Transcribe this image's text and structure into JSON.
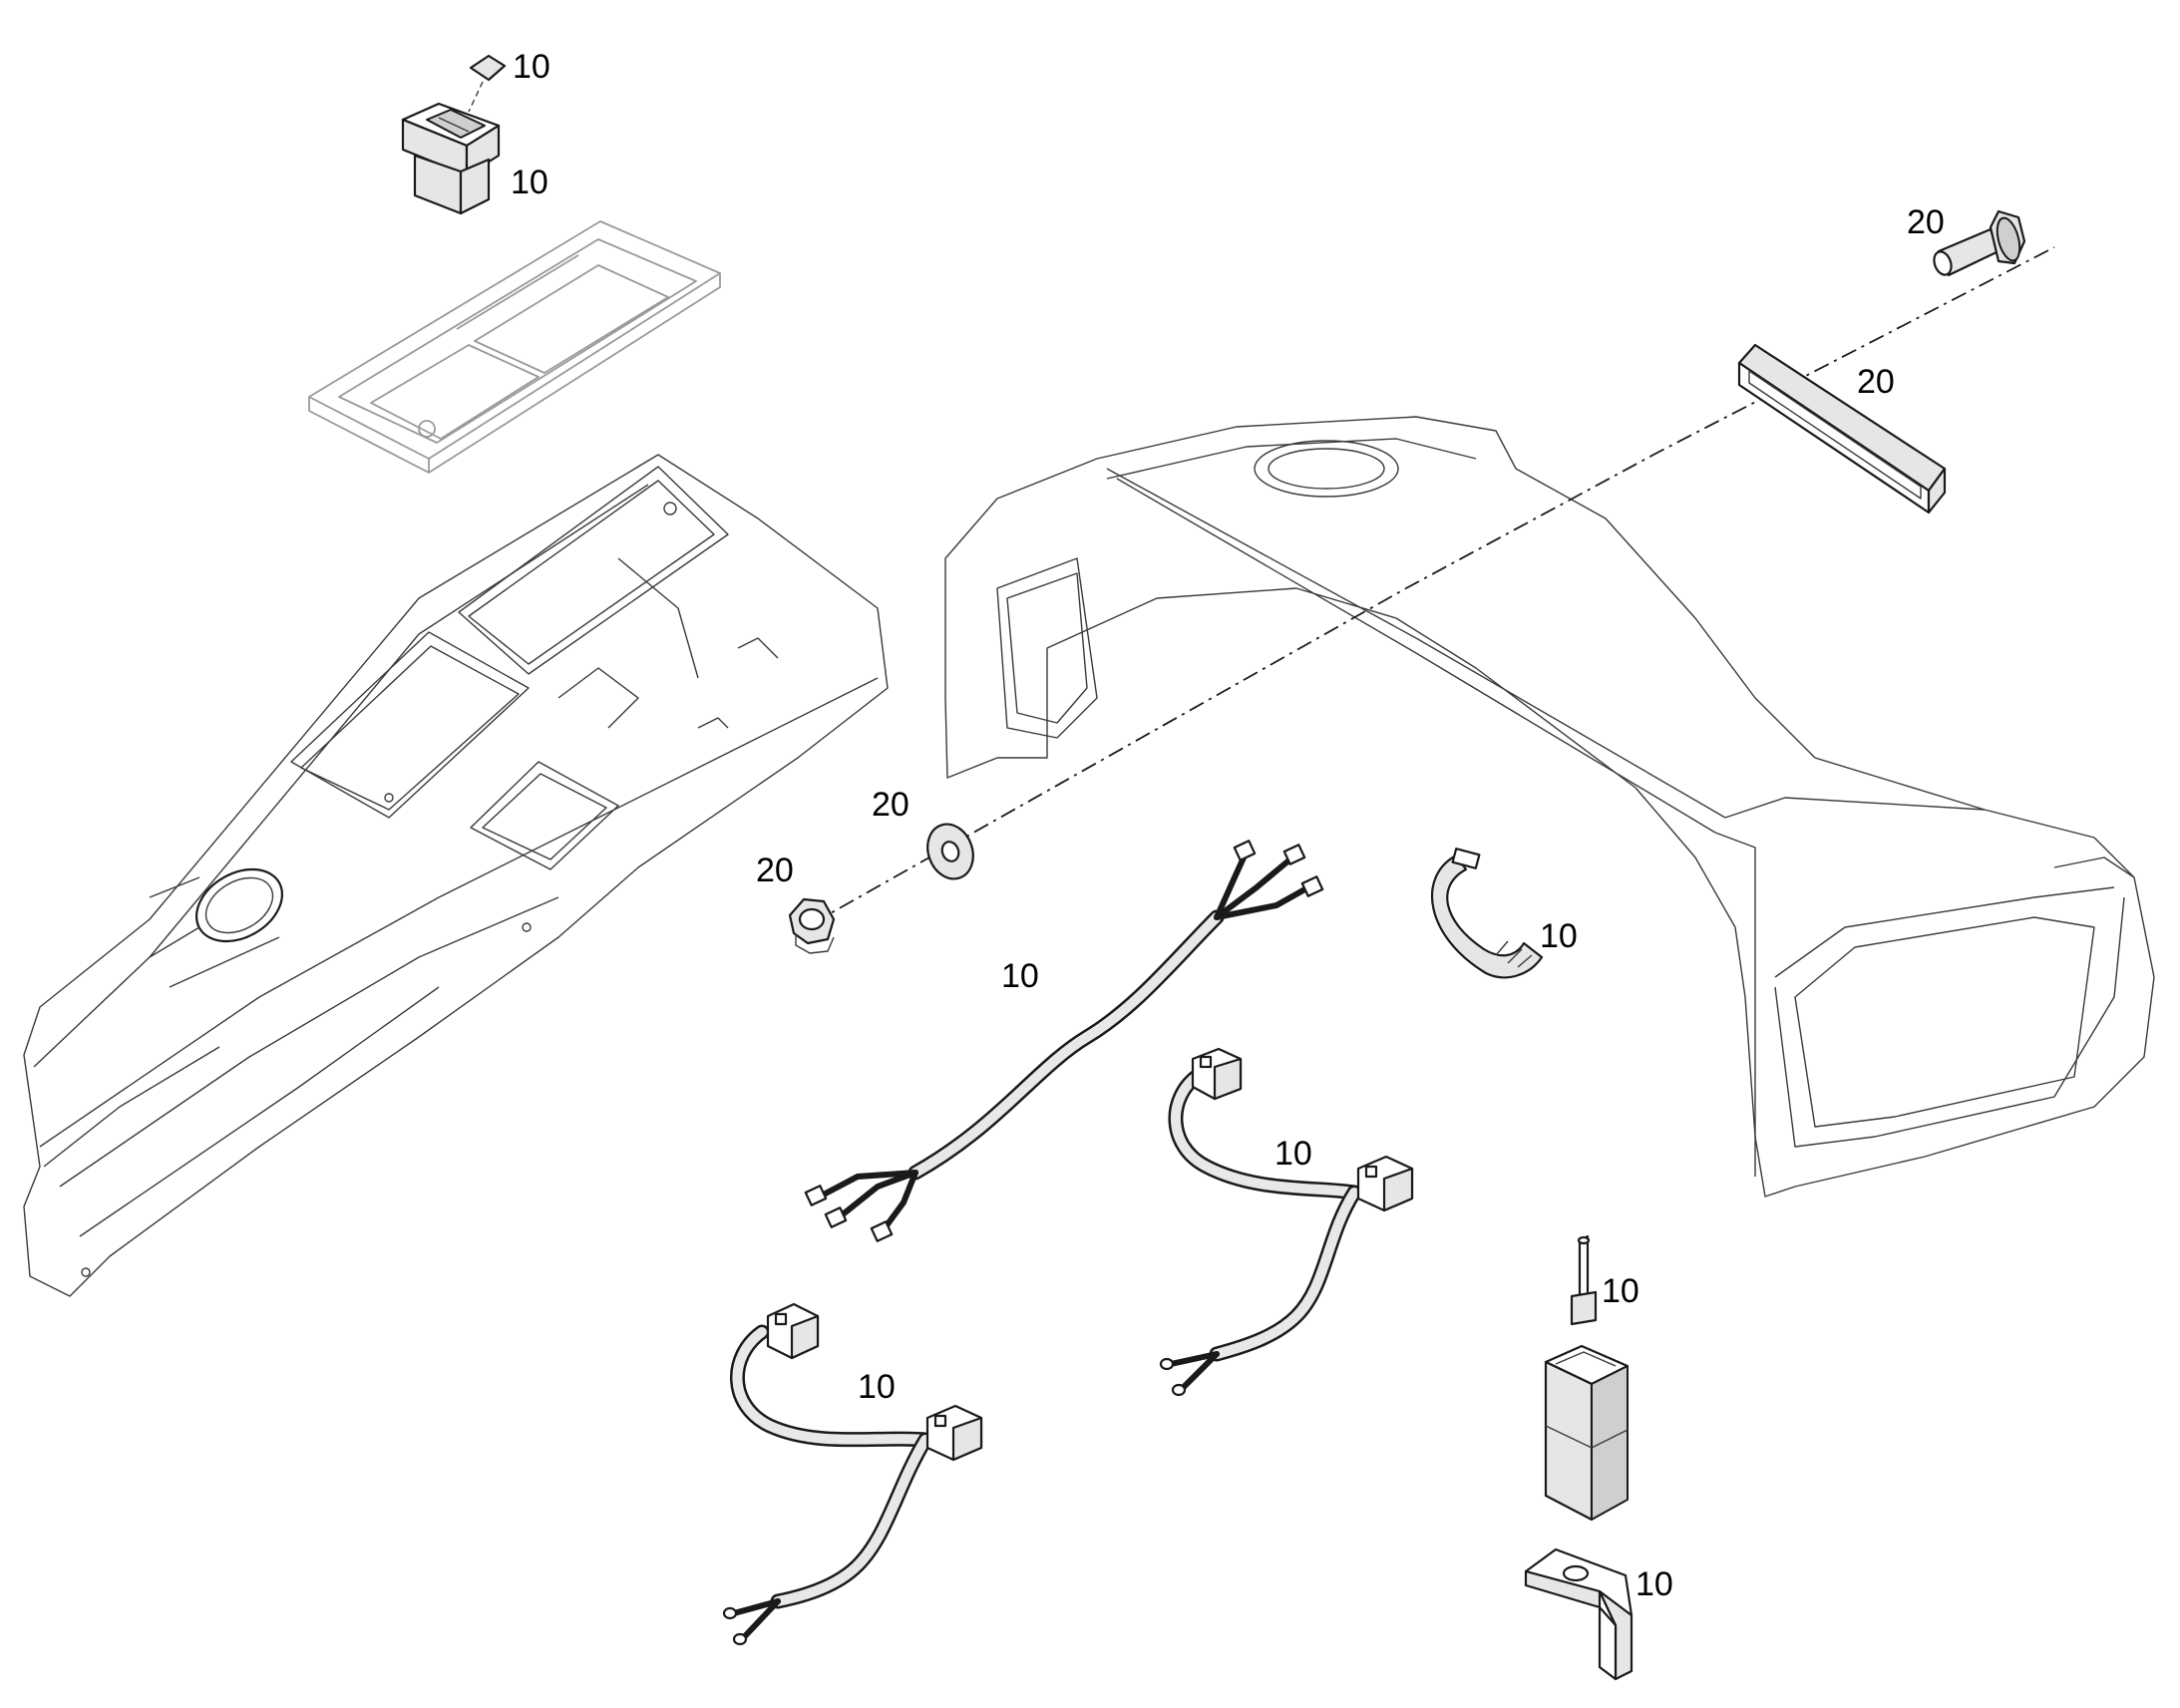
{
  "callouts": {
    "switch_cap": "10",
    "rocker_switch": "10",
    "bolt": "20",
    "bezel_frame": "20",
    "washer": "20",
    "nut": "20",
    "main_harness": "10",
    "cable_strap": "10",
    "harness_right": "10",
    "harness_left": "10",
    "terminal_pin": "10",
    "bracket": "10"
  },
  "colors": {
    "line": "#1a1a1a",
    "ghost_line": "#9a9a9a",
    "part_fill": "#e6e6e6",
    "background": "#ffffff"
  }
}
